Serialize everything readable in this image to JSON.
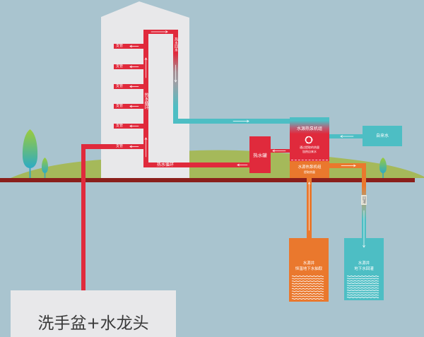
{
  "building": {
    "branches": [
      {
        "label": "支管"
      },
      {
        "label": "支管"
      },
      {
        "label": "支管"
      },
      {
        "label": "支管"
      },
      {
        "label": "支管"
      },
      {
        "label": "支管"
      }
    ],
    "supply_riser_label": "热水循环",
    "return_riser_label": "热水回水",
    "circulation_label": "热水循环"
  },
  "hot_water_tank": {
    "label": "热水罐"
  },
  "heat_pump_unit": {
    "title": "水源热泵机组",
    "icon": "cycle-arrows-icon",
    "description": [
      "通过提取的热量",
      "加热自来水"
    ],
    "lower_title": "水源热泵机组",
    "lower_description": "提取热量"
  },
  "tap_water": {
    "label": "自来水"
  },
  "reinjection_pipe": {
    "label": "回灌"
  },
  "wells": {
    "extraction": {
      "title": "水源井",
      "description": "恒温地下水抽取"
    },
    "reinjection": {
      "title": "水源井",
      "description": "地下水回灌"
    }
  },
  "fixture": {
    "label": "洗手盆+水龙头"
  },
  "colors": {
    "background": "#a9c4cf",
    "building": "#e8e8ea",
    "hot_pipe": "#e02a3c",
    "return_pipe": "#4dbec4",
    "ground_source": "#ea782d",
    "ground": "#8a1f1b",
    "hill": "#a5b95a",
    "text_light": "#ffffff",
    "text_dark": "#3a3a3a"
  }
}
